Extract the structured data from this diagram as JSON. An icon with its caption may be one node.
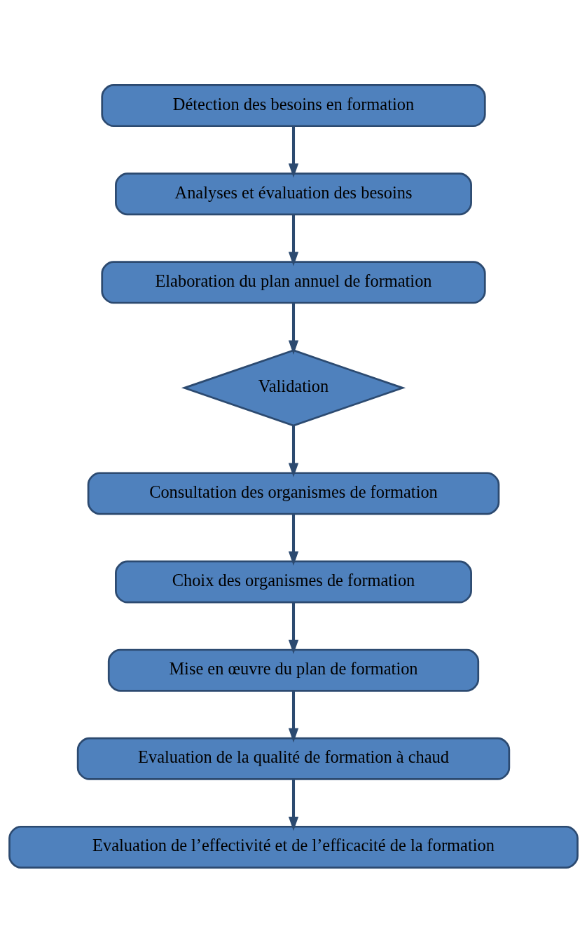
{
  "diagram": {
    "nodes": [
      {
        "text": [
          "Détection des besoins en formation"
        ]
      },
      {
        "text": [
          "Analyses et évaluation des besoins"
        ]
      },
      {
        "text": [
          "Elaboration du plan annuel de formation"
        ]
      },
      {
        "text": [
          "Validation"
        ]
      },
      {
        "text": [
          "Consultation des organismes de formation"
        ]
      },
      {
        "text": [
          "Choix des organismes de formation"
        ]
      },
      {
        "text": [
          "Mise en œuvre du plan de formation"
        ]
      },
      {
        "text": [
          "Evaluation de la qualité de formation à chaud"
        ]
      },
      {
        "text": [
          "Evaluation de l’effectivité et de l’efficacité de la formation"
        ]
      }
    ],
    "edges": [
      {
        "from": 0,
        "to": 1,
        "arrow": "to"
      },
      {
        "from": 1,
        "to": 2,
        "arrow": "to"
      },
      {
        "from": 2,
        "to": 3,
        "arrow": "to"
      },
      {
        "from": 3,
        "to": 4,
        "arrow": "to"
      },
      {
        "from": 4,
        "to": 5,
        "arrow": "to"
      },
      {
        "from": 5,
        "to": 6,
        "arrow": "to"
      },
      {
        "from": 6,
        "to": 7,
        "arrow": "to"
      },
      {
        "from": 7,
        "to": 8,
        "arrow": "to"
      }
    ]
  }
}
